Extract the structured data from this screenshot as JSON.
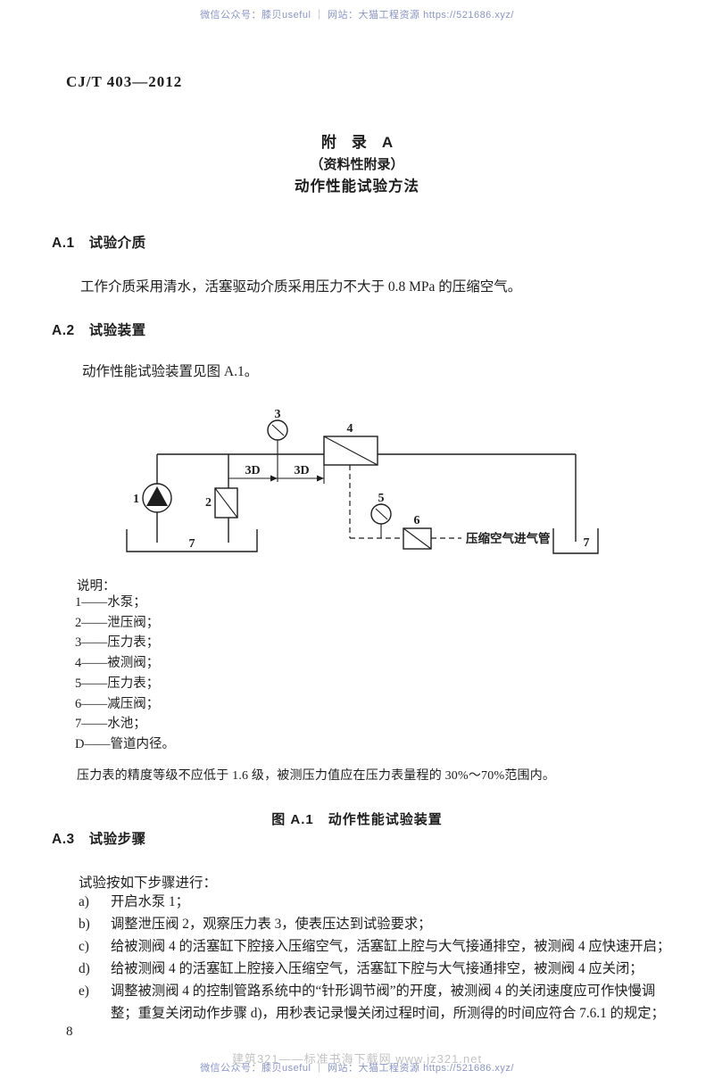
{
  "watermarks": {
    "top": "微信公众号：膝贝useful ｜ 网站：大猫工程资源 https://521686.xyz/",
    "bottom_blue": "微信公众号：膝贝useful ｜ 网站：大猫工程资源 https://521686.xyz/",
    "bottom_gray": "建筑321——标准书海下载网 www.jz321.net",
    "blue_color": "#8a95c7",
    "gray_color": "#c3c3c3"
  },
  "header": {
    "doc_number": "CJ/T 403—2012"
  },
  "appendix": {
    "line1": "附　录　A",
    "line2": "（资料性附录）",
    "line3": "动作性能试验方法"
  },
  "section_a1": {
    "heading": "A.1　试验介质",
    "body": "工作介质采用清水，活塞驱动介质采用压力不大于 0.8 MPa 的压缩空气。"
  },
  "section_a2": {
    "heading": "A.2　试验装置",
    "body": "动作性能试验装置见图 A.1。"
  },
  "figure": {
    "labels": {
      "pump": "1",
      "relief_valve": "2",
      "gauge_upstream": "3",
      "tested_valve": "4",
      "gauge_air": "5",
      "reducing_valve": "6",
      "tank_left": "7",
      "tank_right": "7"
    },
    "dim_left": "3D",
    "dim_right": "3D",
    "air_pipe_label": "压缩空气进气管",
    "legend_title": "说明：",
    "legend_items": [
      "1——水泵；",
      "2——泄压阀；",
      "3——压力表；",
      "4——被测阀；",
      "5——压力表；",
      "6——减压阀；",
      "7——水池；",
      "D——管道内径。"
    ],
    "note": "压力表的精度等级不应低于 1.6 级，被测压力值应在压力表量程的 30%～70%范围内。",
    "caption": "图 A.1　动作性能试验装置"
  },
  "section_a3": {
    "heading": "A.3　试验步骤",
    "intro": "试验按如下步骤进行：",
    "steps": [
      {
        "label": "a)",
        "text": "开启水泵 1；"
      },
      {
        "label": "b)",
        "text": "调整泄压阀 2，观察压力表 3，使表压达到试验要求；"
      },
      {
        "label": "c)",
        "text": "给被测阀 4 的活塞缸下腔接入压缩空气，活塞缸上腔与大气接通排空，被测阀 4 应快速开启；"
      },
      {
        "label": "d)",
        "text": "给被测阀 4 的活塞缸上腔接入压缩空气，活塞缸下腔与大气接通排空，被测阀 4 应关闭；"
      },
      {
        "label": "e)",
        "text": "调整被测阀 4 的控制管路系统中的“针形调节阀”的开度，被测阀 4 的关闭速度应可作快慢调整；重复关闭动作步骤 d)，用秒表记录慢关闭过程时间，所测得的时间应符合 7.6.1 的规定；"
      }
    ]
  },
  "footer": {
    "page_number": "8"
  }
}
